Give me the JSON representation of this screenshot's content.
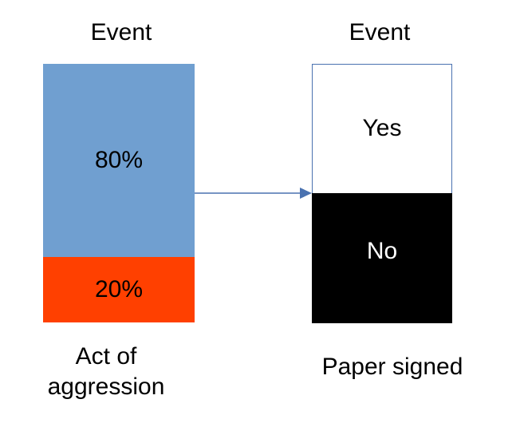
{
  "left_bar": {
    "title": "Event",
    "top_segment": {
      "label": "80%",
      "color": "#709fd0"
    },
    "bottom_segment": {
      "label": "20%",
      "color": "#ff4000"
    },
    "caption_line1": "Act of",
    "caption_line2": "aggression"
  },
  "right_bar": {
    "title": "Event",
    "top_segment": {
      "label": "Yes",
      "color": "#ffffff"
    },
    "bottom_segment": {
      "label": "No",
      "color": "#000000"
    },
    "caption": "Paper signed"
  },
  "connector": {
    "color": "#4a72b0"
  }
}
